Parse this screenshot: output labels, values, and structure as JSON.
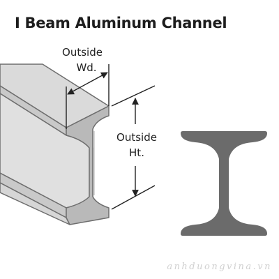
{
  "title": "I Beam Aluminum Channel",
  "width_label": {
    "line1": "Outside",
    "line2": "Wd."
  },
  "height_label": {
    "line1": "Outside",
    "line2": "Ht."
  },
  "watermark": "anhduongvina.vn",
  "colors": {
    "beam_side": "#d3d3d3",
    "beam_web": "#dedede",
    "beam_front": "#b8b8b8",
    "beam_outline": "#6e6e6e",
    "cross_section": "#6b6b6b",
    "text": "#222222"
  }
}
